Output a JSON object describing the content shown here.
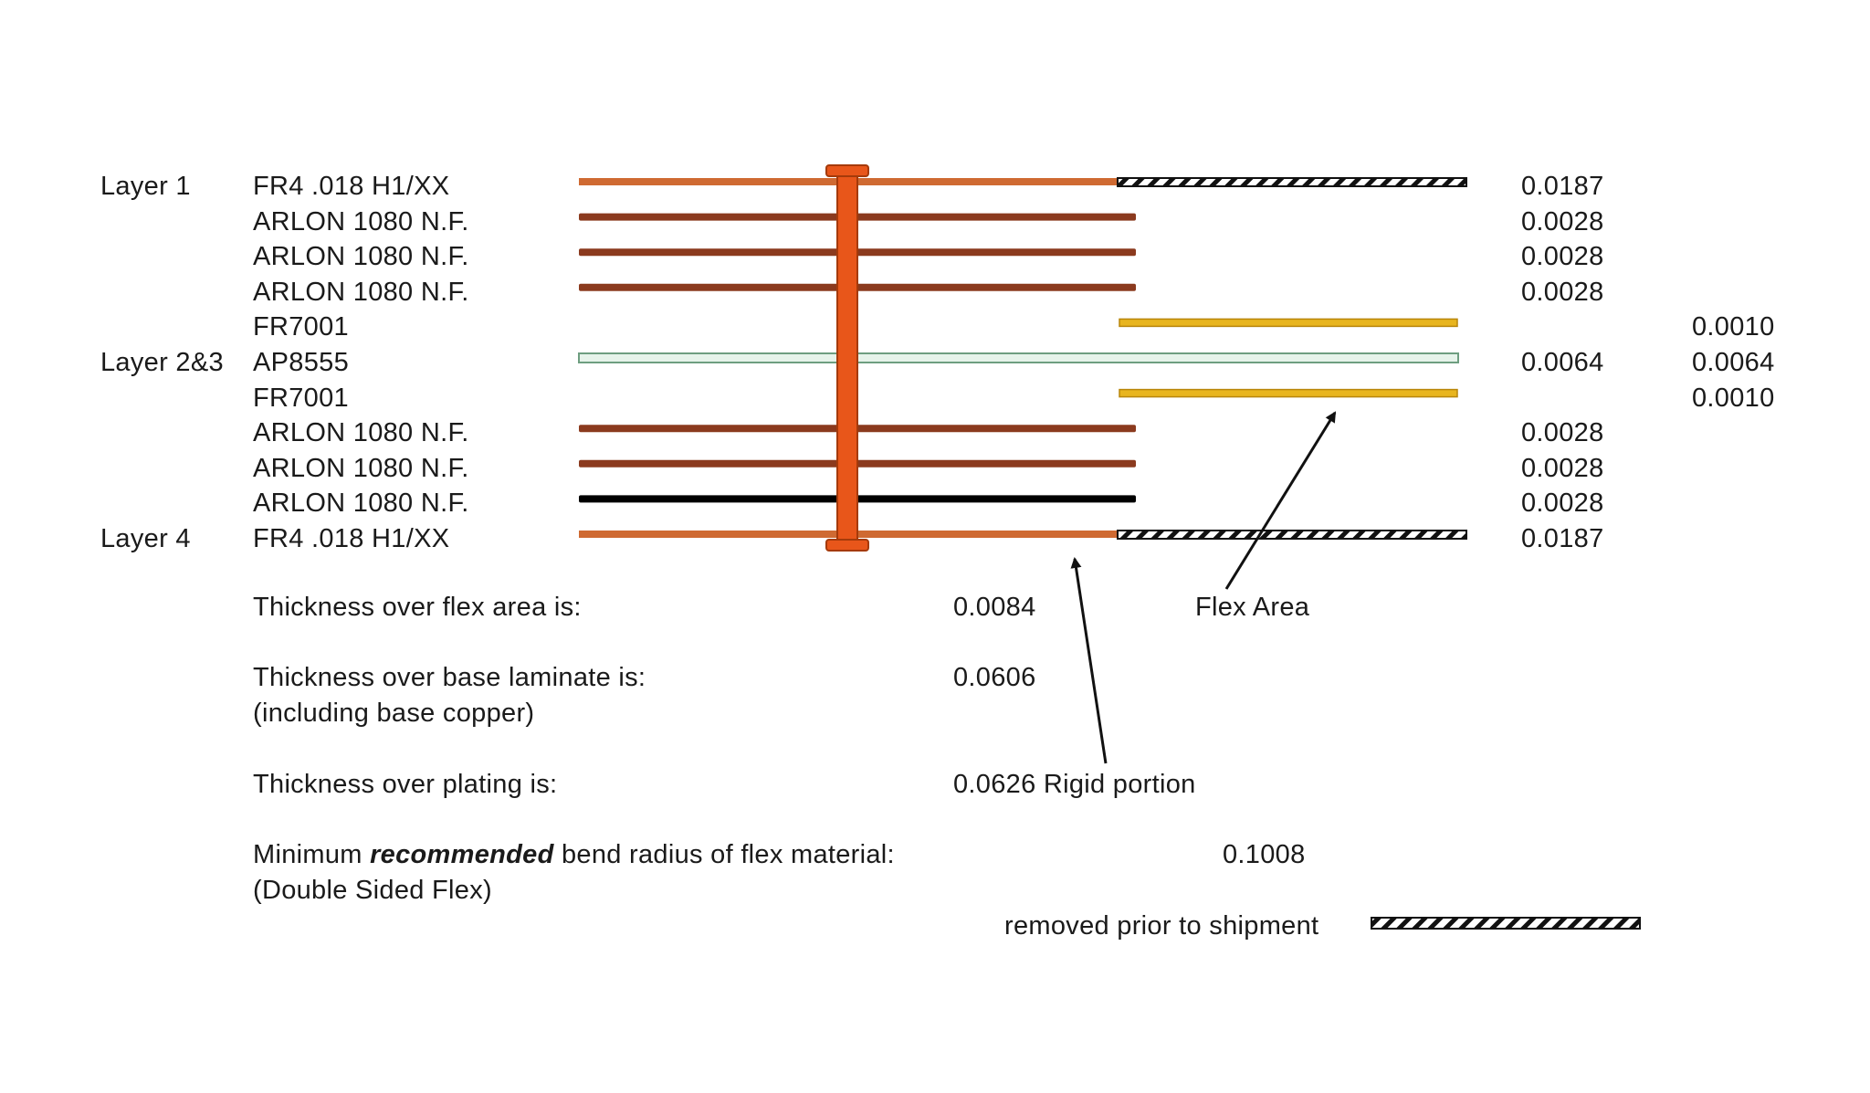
{
  "layers": [
    {
      "tag": "Layer 1",
      "material": "FR4 .018 H1/XX",
      "rigid_value": "0.0187",
      "flex_value": "",
      "kind": "fr4_top"
    },
    {
      "tag": "",
      "material": "ARLON 1080 N.F.",
      "rigid_value": "0.0028",
      "flex_value": "",
      "kind": "arlon"
    },
    {
      "tag": "",
      "material": "ARLON 1080 N.F.",
      "rigid_value": "0.0028",
      "flex_value": "",
      "kind": "arlon"
    },
    {
      "tag": "",
      "material": "ARLON 1080 N.F.",
      "rigid_value": "0.0028",
      "flex_value": "",
      "kind": "arlon"
    },
    {
      "tag": "",
      "material": "FR7001",
      "rigid_value": "",
      "flex_value": "0.0010",
      "kind": "fr7001"
    },
    {
      "tag": "Layer 2&3",
      "material": "AP8555",
      "rigid_value": "0.0064",
      "flex_value": "0.0064",
      "kind": "ap8555"
    },
    {
      "tag": "",
      "material": "FR7001",
      "rigid_value": "",
      "flex_value": "0.0010",
      "kind": "fr7001"
    },
    {
      "tag": "",
      "material": "ARLON 1080 N.F.",
      "rigid_value": "0.0028",
      "flex_value": "",
      "kind": "arlon"
    },
    {
      "tag": "",
      "material": "ARLON 1080 N.F.",
      "rigid_value": "0.0028",
      "flex_value": "",
      "kind": "arlon"
    },
    {
      "tag": "",
      "material": "ARLON 1080 N.F.",
      "rigid_value": "0.0028",
      "flex_value": "",
      "kind": "arlon_black"
    },
    {
      "tag": "Layer 4",
      "material": "FR4 .018 H1/XX",
      "rigid_value": "0.0187",
      "flex_value": "",
      "kind": "fr4_bottom"
    }
  ],
  "summary": {
    "flex_label": "Thickness over flex area is:",
    "flex_value": "0.0084",
    "base_label": "Thickness over base laminate is:",
    "base_note": "(including base copper)",
    "base_value": "0.0606",
    "plating_label": "Thickness over plating is:",
    "plating_value": "0.0626",
    "rigid_label": "Rigid portion",
    "bend_prefix": "Minimum",
    "bend_emphasis": "recommended",
    "bend_suffix": "bend radius of flex material:",
    "bend_note": "(Double Sided Flex)",
    "bend_value": "0.1008"
  },
  "annotations": {
    "flex_area": "Flex Area",
    "removed_legend": "removed prior to shipment"
  },
  "colors": {
    "fr4": "#cf6a32",
    "arlon": "#8b3a1e",
    "black": "#000000",
    "fr7001": "#e8b51f",
    "ap8555_fill": "#e6f3ea",
    "ap8555_stroke": "#6e9e80",
    "via": "#e8561a",
    "via_stroke": "#a53a0a",
    "arrow": "#111111"
  }
}
